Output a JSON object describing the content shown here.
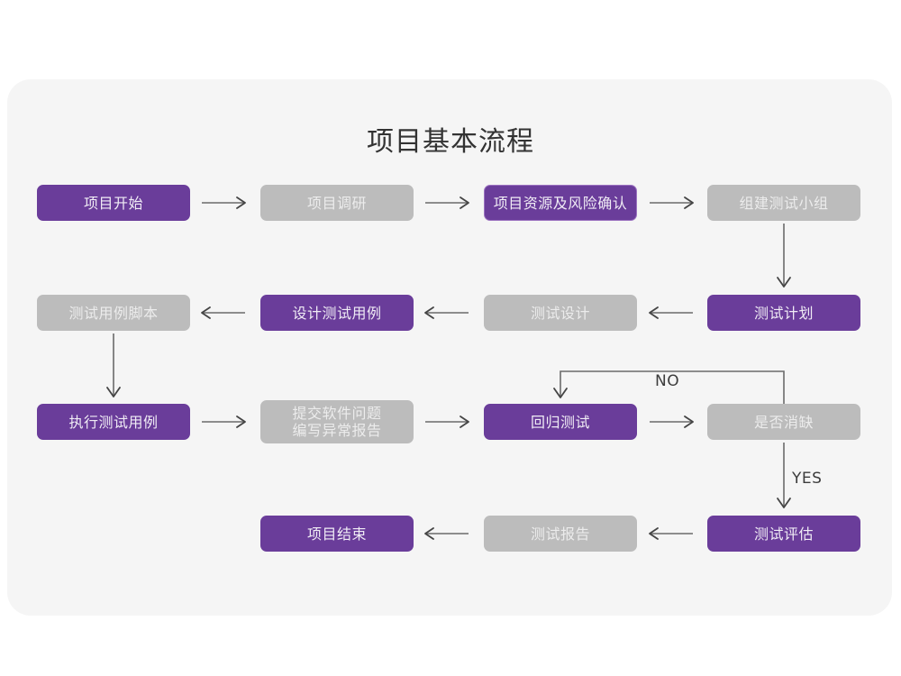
{
  "title": "项目基本流程",
  "colors": {
    "background": "#ffffff",
    "card": "#f5f5f5",
    "purple": "#6a3d9a",
    "purple_border": "#9b72c0",
    "gray": "#bcbcbc",
    "arrow": "#6b6b6b",
    "title_text": "#333333"
  },
  "nodes": [
    {
      "id": "n1",
      "label": "项目开始",
      "style": "purple",
      "row": 1,
      "col": 1
    },
    {
      "id": "n2",
      "label": "项目调研",
      "style": "gray",
      "row": 1,
      "col": 2
    },
    {
      "id": "n3",
      "label": "项目资源及风险确认",
      "style": "purple-outlined",
      "row": 1,
      "col": 3
    },
    {
      "id": "n4",
      "label": "组建测试小组",
      "style": "gray",
      "row": 1,
      "col": 4
    },
    {
      "id": "n5",
      "label": "测试用例脚本",
      "style": "gray",
      "row": 2,
      "col": 1
    },
    {
      "id": "n6",
      "label": "设计测试用例",
      "style": "purple",
      "row": 2,
      "col": 2
    },
    {
      "id": "n7",
      "label": "测试设计",
      "style": "gray",
      "row": 2,
      "col": 3
    },
    {
      "id": "n8",
      "label": "测试计划",
      "style": "purple",
      "row": 2,
      "col": 4
    },
    {
      "id": "n9",
      "label": "执行测试用例",
      "style": "purple",
      "row": 3,
      "col": 1
    },
    {
      "id": "n10",
      "label": "提交软件问题\n编写异常报告",
      "style": "gray",
      "row": 3,
      "col": 2
    },
    {
      "id": "n11",
      "label": "回归测试",
      "style": "purple",
      "row": 3,
      "col": 3
    },
    {
      "id": "n12",
      "label": "是否消缺",
      "style": "gray",
      "row": 3,
      "col": 4
    },
    {
      "id": "n13",
      "label": "项目结束",
      "style": "purple",
      "row": 4,
      "col": 2
    },
    {
      "id": "n14",
      "label": "测试报告",
      "style": "gray",
      "row": 4,
      "col": 3
    },
    {
      "id": "n15",
      "label": "测试评估",
      "style": "purple",
      "row": 4,
      "col": 4
    }
  ],
  "edges": [
    {
      "from": "n1",
      "to": "n2",
      "direction": "right",
      "label": ""
    },
    {
      "from": "n2",
      "to": "n3",
      "direction": "right",
      "label": ""
    },
    {
      "from": "n3",
      "to": "n4",
      "direction": "right",
      "label": ""
    },
    {
      "from": "n4",
      "to": "n8",
      "direction": "down",
      "label": ""
    },
    {
      "from": "n8",
      "to": "n7",
      "direction": "left",
      "label": ""
    },
    {
      "from": "n7",
      "to": "n6",
      "direction": "left",
      "label": ""
    },
    {
      "from": "n6",
      "to": "n5",
      "direction": "left",
      "label": ""
    },
    {
      "from": "n5",
      "to": "n9",
      "direction": "down",
      "label": ""
    },
    {
      "from": "n9",
      "to": "n10",
      "direction": "right",
      "label": ""
    },
    {
      "from": "n10",
      "to": "n11",
      "direction": "right",
      "label": ""
    },
    {
      "from": "n11",
      "to": "n12",
      "direction": "right",
      "label": ""
    },
    {
      "from": "n12",
      "to": "n11",
      "direction": "loop-up-left",
      "label": "NO"
    },
    {
      "from": "n12",
      "to": "n15",
      "direction": "down",
      "label": "YES"
    },
    {
      "from": "n15",
      "to": "n14",
      "direction": "left",
      "label": ""
    },
    {
      "from": "n14",
      "to": "n13",
      "direction": "left",
      "label": ""
    }
  ],
  "edge_labels": {
    "no": "NO",
    "yes": "YES"
  }
}
